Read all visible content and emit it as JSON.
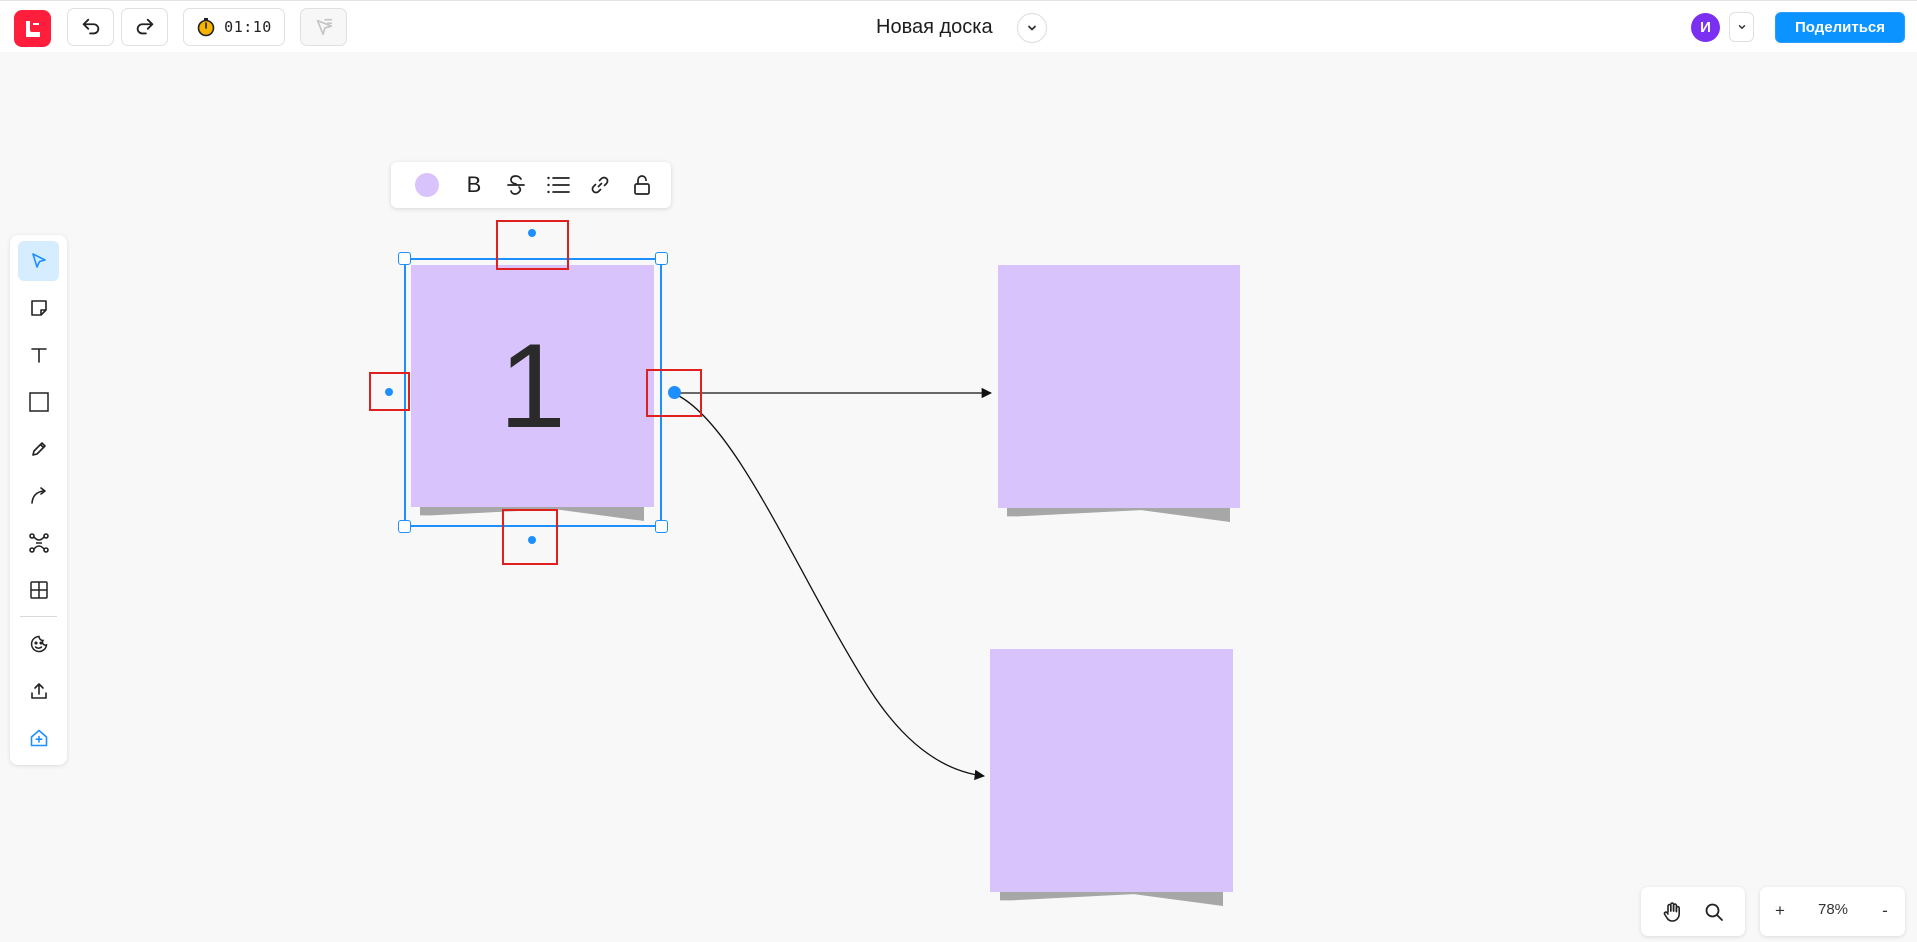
{
  "topbar": {
    "timer": "01:10",
    "board_title": "Новая доска",
    "avatar_initial": "И",
    "share_label": "Поделиться"
  },
  "toolbar_left": {
    "tools": [
      "select-tool",
      "sticky-note-tool",
      "text-tool",
      "shape-tool",
      "pen-tool",
      "connector-tool",
      "mindmap-tool",
      "table-tool",
      "stickers-tool",
      "upload-tool",
      "templates-tool"
    ],
    "active_tool": "select-tool"
  },
  "format_toolbar": {
    "color": "#d9c3fc",
    "bold_label": "B",
    "items": [
      "color-picker",
      "bold",
      "strikethrough",
      "bullet-list",
      "link",
      "lock"
    ]
  },
  "canvas": {
    "stickies": [
      {
        "id": "sticky-1",
        "text": "1",
        "color": "#d9c3fc",
        "selected": true
      },
      {
        "id": "sticky-2",
        "text": "",
        "color": "#d9c3fc",
        "selected": false
      },
      {
        "id": "sticky-3",
        "text": "",
        "color": "#d9c3fc",
        "selected": false
      }
    ],
    "connectors": [
      {
        "from": "sticky-1",
        "to": "sticky-2",
        "style": "straight"
      },
      {
        "from": "sticky-1",
        "to": "sticky-3",
        "style": "curved"
      }
    ],
    "accent_color": "#1e8fff",
    "highlight_color": "#e0201f"
  },
  "zoom": {
    "plus_label": "+",
    "value": "78%",
    "minus_label": "-"
  },
  "colors": {
    "brand": "#ff1f3d",
    "share_button": "#0b93ff",
    "avatar": "#7b2ff0"
  }
}
